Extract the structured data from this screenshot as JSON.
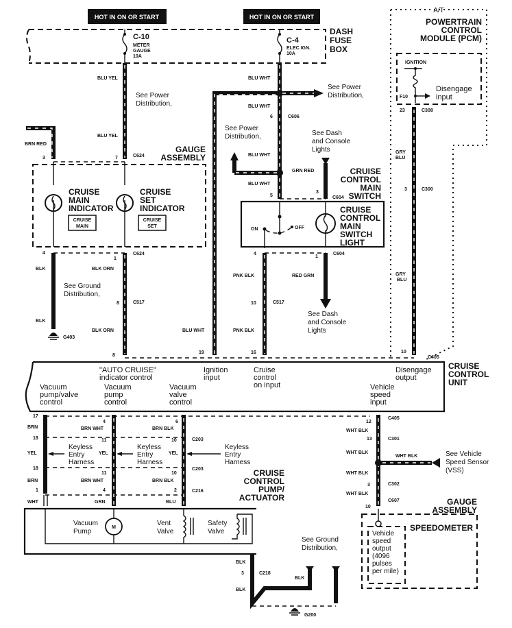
{
  "title": "Cruise Control Wiring Diagram",
  "power_labels": [
    "HOT IN ON OR START",
    "HOT IN ON OR START"
  ],
  "fuses": [
    {
      "id": "C-10",
      "line1": "METER",
      "line2": "GAUGE",
      "rating": "10A"
    },
    {
      "id": "C-4",
      "line1": "ELEC IGN.",
      "rating": "10A"
    }
  ],
  "components": {
    "dash_fuse_box": [
      "DASH",
      "FUSE",
      "BOX"
    ],
    "pcm_variant": "A/T",
    "pcm": [
      "POWERTRAIN",
      "CONTROL",
      "MODULE (PCM)"
    ],
    "pcm_ignition": "IGNITION",
    "pcm_pin": "F10",
    "pcm_disengage": [
      "Disengage",
      "input"
    ],
    "gauge_assembly_top": [
      "GAUGE",
      "ASSEMBLY"
    ],
    "cruise_main_indicator": [
      "CRUISE",
      "MAIN",
      "INDICATOR"
    ],
    "cruise_main_badge": [
      "CRUISE",
      "MAIN"
    ],
    "cruise_set_indicator": [
      "CRUISE",
      "SET",
      "INDICATOR"
    ],
    "cruise_set_badge": [
      "CRUISE",
      "SET"
    ],
    "main_switch": [
      "CRUISE",
      "CONTROL",
      "MAIN",
      "SWITCH"
    ],
    "main_switch_light": [
      "CRUISE",
      "CONTROL",
      "MAIN",
      "SWITCH",
      "LIGHT"
    ],
    "switch_on": "ON",
    "switch_off": "OFF",
    "cruise_control_unit": [
      "CRUISE",
      "CONTROL",
      "UNIT"
    ],
    "pump_actuator": [
      "CRUISE",
      "CONTROL",
      "PUMP/",
      "ACTUATOR"
    ],
    "vacuum_pump": [
      "Vacuum",
      "Pump"
    ],
    "motor": "M",
    "vent_valve": [
      "Vent",
      "Valve"
    ],
    "safety_valve": [
      "Safety",
      "Valve"
    ],
    "gauge_assembly_bottom": [
      "GAUGE",
      "ASSEMBLY"
    ],
    "speedometer": "SPEEDOMETER",
    "vss_output": [
      "Vehicle",
      "speed",
      "output",
      "(4096",
      "pulses",
      "per mile)"
    ]
  },
  "ccu_terminals": {
    "auto_cruise": [
      "\"AUTO CRUISE\"",
      "indicator control"
    ],
    "ignition": [
      "Ignition",
      "input"
    ],
    "cruise_on": [
      "Cruise",
      "control",
      "on input"
    ],
    "disengage": [
      "Disengage",
      "output"
    ],
    "vac_pump_valve": [
      "Vacuum",
      "pump/valve",
      "control"
    ],
    "vac_pump": [
      "Vacuum",
      "pump",
      "control"
    ],
    "vac_valve": [
      "Vacuum",
      "valve",
      "control"
    ],
    "vehicle_speed": [
      "Vehicle",
      "speed",
      "input"
    ]
  },
  "notes": {
    "see_power_1": [
      "See Power",
      "Distribution,"
    ],
    "see_power_2": [
      "See Power",
      "Distribution,"
    ],
    "see_power_3": [
      "See Power",
      "Distribution,"
    ],
    "see_dash_1": [
      "See Dash",
      "and Console",
      "Lights"
    ],
    "see_dash_2": [
      "See Dash",
      "and Console",
      "Lights"
    ],
    "see_ground_1": [
      "See Ground",
      "Distribution,"
    ],
    "see_ground_2": [
      "See Ground",
      "Distribution,"
    ],
    "keyless": [
      "Keyless",
      "Entry",
      "Harness"
    ],
    "see_vss": [
      "See Vehicle",
      "Speed Sensor",
      "(VSS)"
    ]
  },
  "wire_colors": {
    "blu_yel": "BLU YEL",
    "brn_red": "BRN RED",
    "blk": "BLK",
    "blk_orn": "BLK ORN",
    "blu_wht": "BLU WHT",
    "grn_red": "GRN RED",
    "pnk_blk": "PNK BLK",
    "red_grn": "RED GRN",
    "gry_blu": [
      "GRY",
      "BLU"
    ],
    "brn": "BRN",
    "brn_wht": "BRN WHT",
    "brn_blk": "BRN BLK",
    "yel": "YEL",
    "wht": "WHT",
    "grn": "GRN",
    "blu": "BLU",
    "wht_blk": "WHT BLK"
  },
  "connectors": {
    "c624": "C624",
    "c517": "C517",
    "c606": "C606",
    "c604": "C604",
    "c308": "C308",
    "c300": "C300",
    "c405": "C405",
    "c203": "C203",
    "c216": "C216",
    "c301": "C301",
    "c302": "C302",
    "c607": "C607",
    "c218": "C218",
    "g403": "G403",
    "g200": "G200"
  },
  "pins": {
    "p3": "3",
    "p7": "7",
    "p4": "4",
    "p1": "1",
    "p8": "8",
    "p6": "6",
    "p5": "5",
    "p10": "10",
    "p19": "19",
    "p16": "16",
    "p23": "23",
    "p17": "17",
    "p18": "18",
    "p11": "11",
    "p2": "2",
    "p12": "12",
    "p13": "13"
  }
}
